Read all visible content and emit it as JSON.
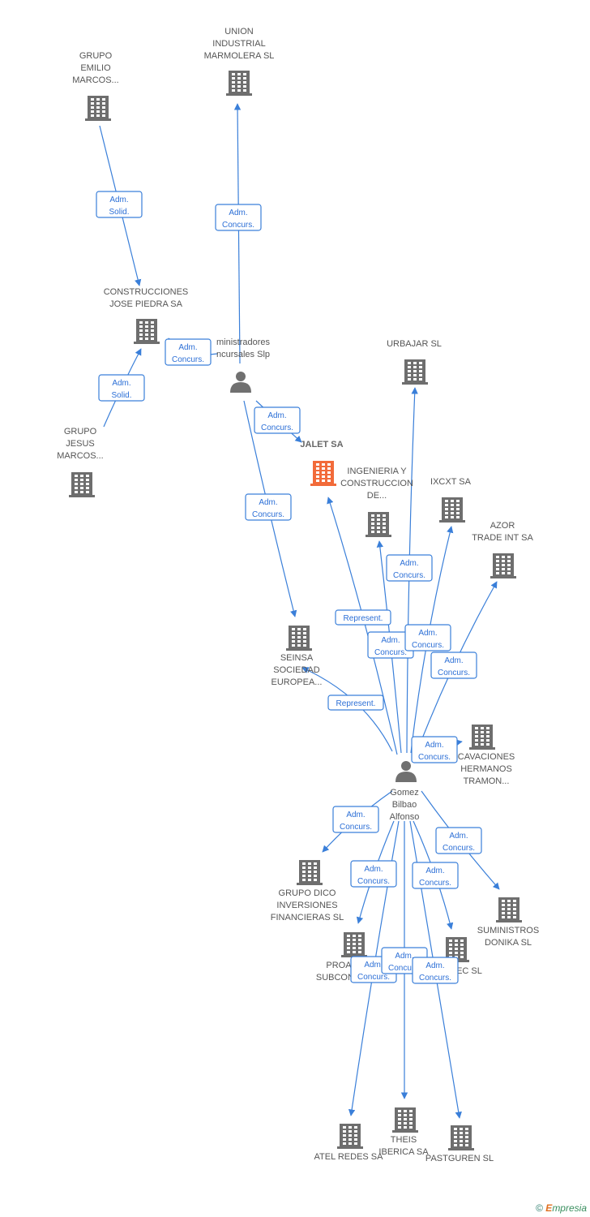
{
  "colors": {
    "building": "#6e6e6e",
    "focus": "#f26b3a",
    "person": "#707070",
    "edge": "#3a7fd9"
  },
  "nodes": [
    {
      "id": "union",
      "type": "company",
      "label": [
        "UNION",
        "INDUSTRIAL",
        "MARMOLERA SL"
      ]
    },
    {
      "id": "grupo_emilio",
      "type": "company",
      "label": [
        "GRUPO",
        "EMILIO",
        "MARCOS..."
      ]
    },
    {
      "id": "construcciones",
      "type": "company",
      "label": [
        "CONSTRUCCIONES",
        "JOSE PIEDRA SA"
      ]
    },
    {
      "id": "administradores",
      "type": "person",
      "label": [
        "ministradores",
        "ncursales Slp"
      ]
    },
    {
      "id": "grupo_jesus",
      "type": "company",
      "label": [
        "GRUPO",
        "JESUS",
        "MARCOS..."
      ]
    },
    {
      "id": "jalet",
      "type": "company",
      "focus": true,
      "label": [
        "JALET SA"
      ]
    },
    {
      "id": "urbajar",
      "type": "company",
      "label": [
        "URBAJAR SL"
      ]
    },
    {
      "id": "ingenieria",
      "type": "company",
      "label": [
        "INGENIERIA Y",
        "CONSTRUCCION",
        "DE..."
      ]
    },
    {
      "id": "ixcxt",
      "type": "company",
      "label": [
        "IXCXT SA"
      ]
    },
    {
      "id": "azor",
      "type": "company",
      "label": [
        "AZOR",
        "TRADE INT SA"
      ]
    },
    {
      "id": "seinsa",
      "type": "company",
      "label": [
        "SEINSA",
        "SOCIEDAD",
        "EUROPEA..."
      ]
    },
    {
      "id": "excavaciones",
      "type": "company",
      "label": [
        "CAVACIONES",
        "HERMANOS",
        "TRAMON..."
      ]
    },
    {
      "id": "gomez",
      "type": "person",
      "label": [
        "Gomez",
        "Bilbao",
        "Alfonso"
      ]
    },
    {
      "id": "grupo_dico",
      "type": "company",
      "label": [
        "GRUPO DICO",
        "INVERSIONES",
        "FINANCIERAS SL"
      ]
    },
    {
      "id": "suministros",
      "type": "company",
      "label": [
        "SUMINISTROS",
        "DONIKA SL"
      ]
    },
    {
      "id": "proa",
      "type": "company",
      "label": [
        "PROA",
        "SUBCON..."
      ]
    },
    {
      "id": "ec",
      "type": "company",
      "label": [
        "EC SL"
      ]
    },
    {
      "id": "atel",
      "type": "company",
      "label": [
        "ATEL REDES SA"
      ]
    },
    {
      "id": "theis",
      "type": "company",
      "label": [
        "THEIS",
        "IBERICA SA"
      ]
    },
    {
      "id": "pastguren",
      "type": "company",
      "label": [
        "PASTGUREN SL"
      ]
    }
  ],
  "edges": [
    {
      "from": "grupo_emilio",
      "to": "construcciones",
      "label": [
        "Adm.",
        "Solid."
      ]
    },
    {
      "from": "administradores",
      "to": "union",
      "label": [
        "Adm.",
        "Concurs."
      ]
    },
    {
      "from": "administradores",
      "to": "construcciones",
      "label": [
        "Adm.",
        "Concurs."
      ]
    },
    {
      "from": "grupo_jesus",
      "to": "construcciones",
      "label": [
        "Adm.",
        "Solid."
      ]
    },
    {
      "from": "administradores",
      "to": "jalet",
      "label": [
        "Adm.",
        "Concurs."
      ]
    },
    {
      "from": "administradores",
      "to": "seinsa",
      "label": [
        "Adm.",
        "Concurs."
      ]
    },
    {
      "from": "gomez",
      "to": "jalet",
      "label": [
        "Represent."
      ]
    },
    {
      "from": "gomez",
      "to": "ingenieria",
      "label": [
        "Adm.",
        "Concurs."
      ]
    },
    {
      "from": "gomez",
      "to": "urbajar",
      "label": [
        "Adm.",
        "Concurs."
      ]
    },
    {
      "from": "gomez",
      "to": "ixcxt",
      "label": [
        "Adm.",
        "Concurs."
      ]
    },
    {
      "from": "gomez",
      "to": "azor",
      "label": [
        "Adm.",
        "Concurs."
      ]
    },
    {
      "from": "gomez",
      "to": "seinsa",
      "label": [
        "Represent."
      ]
    },
    {
      "from": "gomez",
      "to": "excavaciones",
      "label": [
        "Adm.",
        "Concurs."
      ]
    },
    {
      "from": "gomez",
      "to": "grupo_dico",
      "label": [
        "Adm.",
        "Concurs."
      ]
    },
    {
      "from": "gomez",
      "to": "suministros",
      "label": [
        "Adm.",
        "Concurs."
      ]
    },
    {
      "from": "gomez",
      "to": "proa",
      "label": [
        "Adm.",
        "Concurs."
      ]
    },
    {
      "from": "gomez",
      "to": "ec",
      "label": [
        "Adm.",
        "Concurs."
      ]
    },
    {
      "from": "gomez",
      "to": "atel",
      "label": [
        "Adm.",
        "Concurs."
      ]
    },
    {
      "from": "gomez",
      "to": "theis",
      "label": [
        "Adm.",
        "Concurs."
      ]
    },
    {
      "from": "gomez",
      "to": "pastguren",
      "label": [
        "Adm.",
        "Concurs."
      ]
    }
  ],
  "footer": {
    "copyright": "©",
    "brand_initial": "E",
    "brand_rest": "mpresia"
  }
}
